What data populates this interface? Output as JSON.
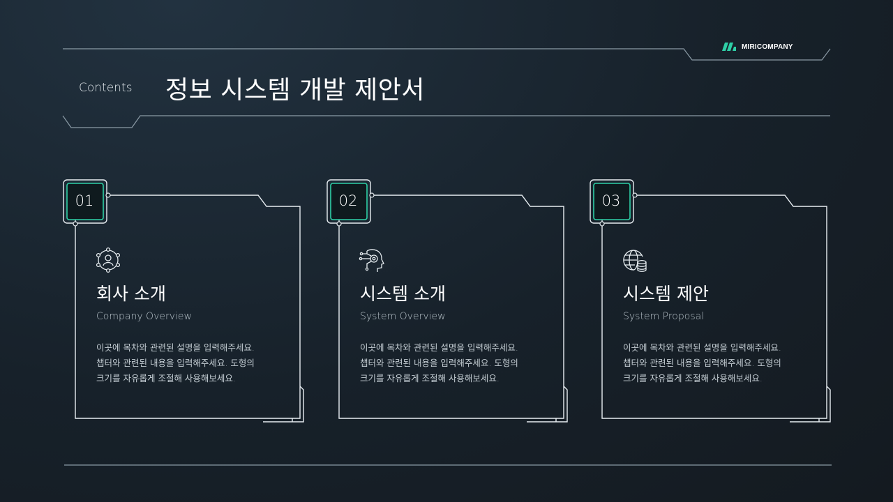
{
  "brand": {
    "name": "MIRICOMPANY",
    "accent_color": "#2ecfa6",
    "logo_icon": "miricompany-logo-icon"
  },
  "header": {
    "contents_label": "Contents",
    "title": "정보 시스템 개발 제안서"
  },
  "cards": [
    {
      "number": "01",
      "icon": "company-network-icon",
      "title": "회사 소개",
      "subtitle": "Company Overview",
      "desc_lines": [
        "이곳에 목차와 관련된 설명을 입력해주세요.",
        "챕터와 관련된 내용을 입력해주세요. 도형의",
        "크기를 자유롭게 조절해 사용해보세요."
      ]
    },
    {
      "number": "02",
      "icon": "ai-head-icon",
      "title": "시스템 소개",
      "subtitle": "System Overview",
      "desc_lines": [
        "이곳에 목차와 관련된 설명을 입력해주세요.",
        "챕터와 관련된 내용을 입력해주세요. 도형의",
        "크기를 자유롭게 조절해 사용해보세요."
      ]
    },
    {
      "number": "03",
      "icon": "globe-database-icon",
      "title": "시스템 제안",
      "subtitle": "System Proposal",
      "desc_lines": [
        "이곳에 목차와 관련된 설명을 입력해주세요.",
        "챕터와 관련된 내용을 입력해주세요. 도형의",
        "크기를 자유롭게 조절해 사용해보세요."
      ]
    }
  ]
}
